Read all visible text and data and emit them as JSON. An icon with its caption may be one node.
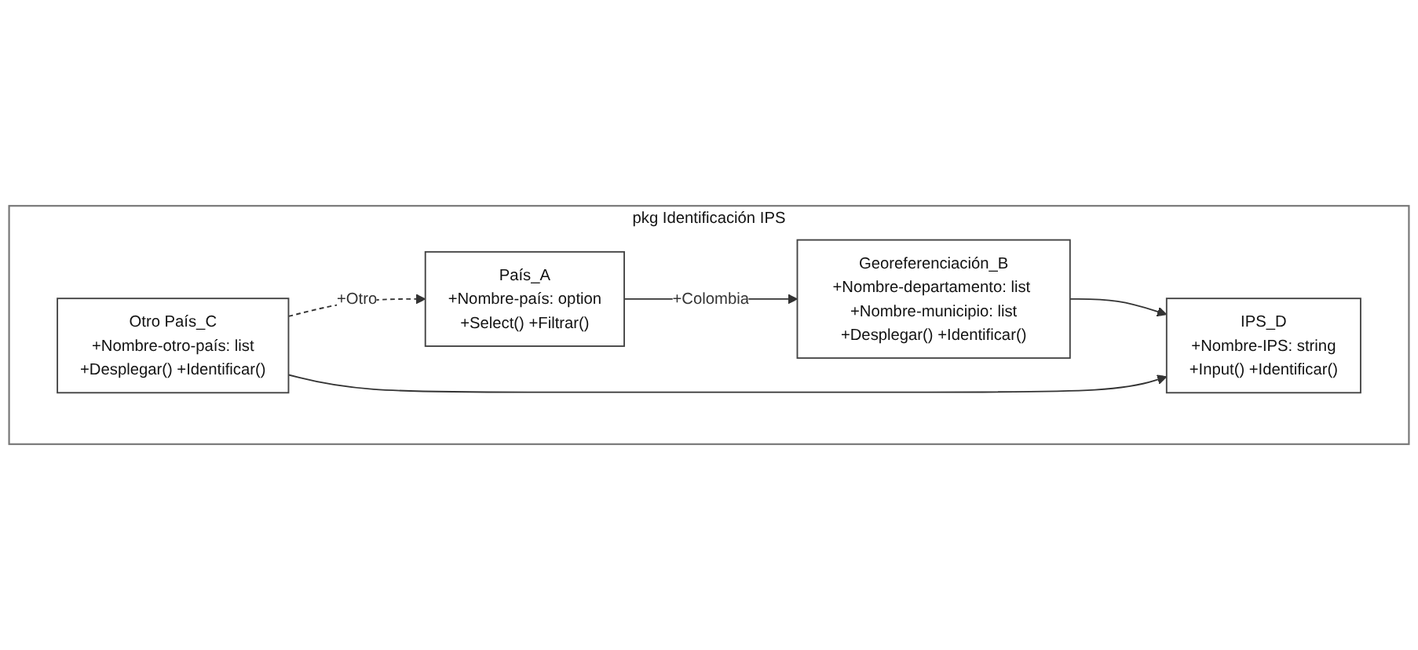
{
  "diagram": {
    "nodes": [
      {
        "text": [
          "pkg Identificación IPS"
        ]
      },
      {
        "text": [
          "País_A",
          "+Nombre-país: option",
          "+Select() +Filtrar()"
        ],
        "in": 0
      },
      {
        "text": [
          "Georeferenciación_B",
          "+Nombre-departamento: list +Nombre-municipio: list",
          "+Desplegar() +Identificar()"
        ],
        "in": 0
      },
      {
        "text": [
          "IPS_D",
          "+Nombre-IPS: string",
          "+Input() +Identificar()"
        ],
        "in": 0
      },
      {
        "text": [
          "Otro País_C",
          "+Nombre-otro-país: list",
          "+Desplegar() +Identificar()"
        ],
        "in": 0
      }
    ],
    "edges": [
      {
        "from": 1,
        "to": 2,
        "arrow": "to",
        "label": "+Colombia"
      },
      {
        "from": 2,
        "to": 3,
        "arrow": "to"
      },
      {
        "from": 4,
        "to": 1,
        "arrow": "to",
        "label": "+Otro",
        "style": "dashed"
      },
      {
        "from": 4,
        "to": 3,
        "arrow": "to"
      }
    ]
  }
}
